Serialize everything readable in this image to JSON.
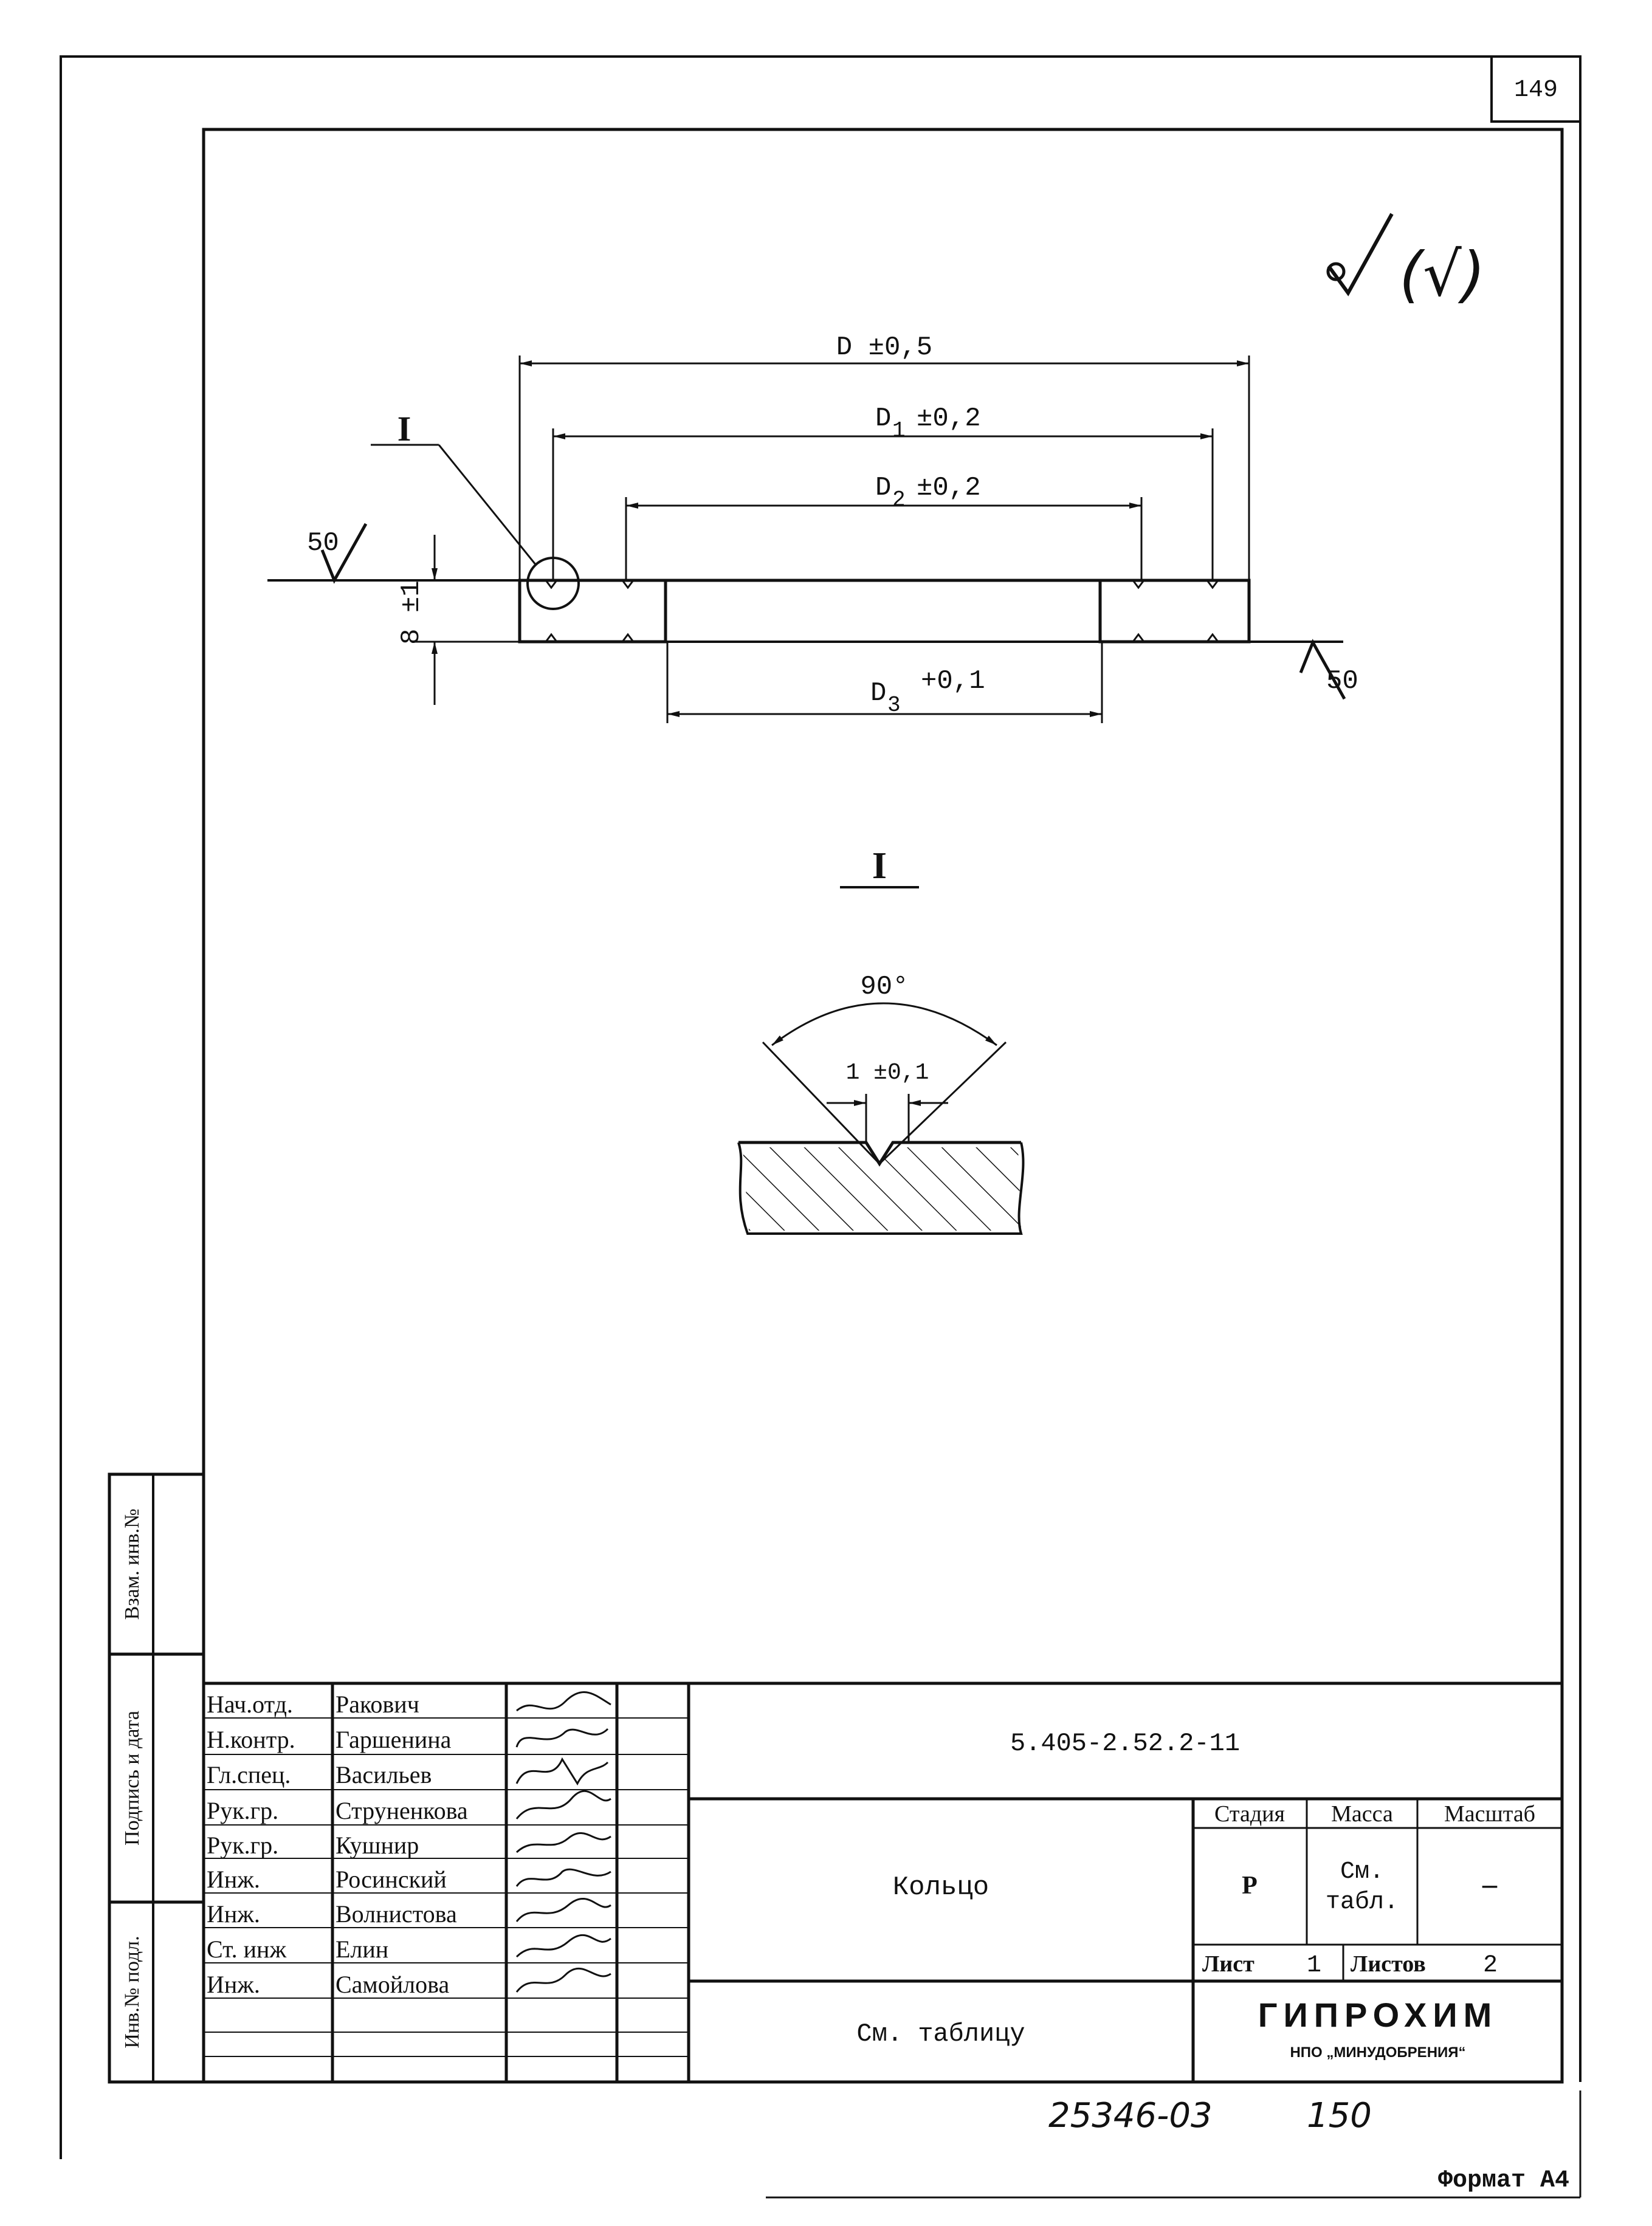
{
  "page_number": "149",
  "roughness": {
    "general": "(√)",
    "top_surface": "50",
    "bottom_surface": "50"
  },
  "dimensions": {
    "D": "D ±0,5",
    "D1_base": "D",
    "D1_sub": "1",
    "D1_tol": "±0,2",
    "D2_base": "D",
    "D2_sub": "2",
    "D2_tol": "±0,2",
    "D3_base": "D",
    "D3_sub": "3",
    "D3_tol": "+0,1",
    "thickness": "8 ±1"
  },
  "detail": {
    "callout": "I",
    "title": "I",
    "angle": "90°",
    "width": "1 ±0,1"
  },
  "side_stamp": {
    "vzam": "Взам. инв.№",
    "podpis": "Подпись и дата",
    "inv_podl": "Инв.№ подл."
  },
  "title_block": {
    "signatures": [
      {
        "role": "Нач.отд.",
        "name": "Ракович"
      },
      {
        "role": "Н.контр.",
        "name": "Гаршенина"
      },
      {
        "role": "Гл.спец.",
        "name": "Васильев"
      },
      {
        "role": "Рук.гр.",
        "name": "Струненкова"
      },
      {
        "role": "Рук.гр.",
        "name": "Кушнир"
      },
      {
        "role": "Инж.",
        "name": "Росинский"
      },
      {
        "role": "Инж.",
        "name": "Волнистова"
      },
      {
        "role": "Ст. инж",
        "name": "Елин"
      },
      {
        "role": "Инж.",
        "name": "Самойлова"
      }
    ],
    "doc_number": "5.405-2.52.2-11",
    "part_name": "Кольцо",
    "material": "См. таблицу",
    "stage_label": "Стадия",
    "mass_label": "Масса",
    "scale_label": "Масштаб",
    "stage_value": "Р",
    "mass_value_1": "См.",
    "mass_value_2": "табл.",
    "scale_value": "–",
    "sheet_label": "Лист",
    "sheet_value": "1",
    "sheets_label": "Листов",
    "sheets_value": "2",
    "org_name": "ГИПРОХИМ",
    "org_sub": "НПО „МИНУДОБРЕНИЯ“"
  },
  "archive_number": "25346-03",
  "archive_page": "150",
  "format": "Формат А4"
}
